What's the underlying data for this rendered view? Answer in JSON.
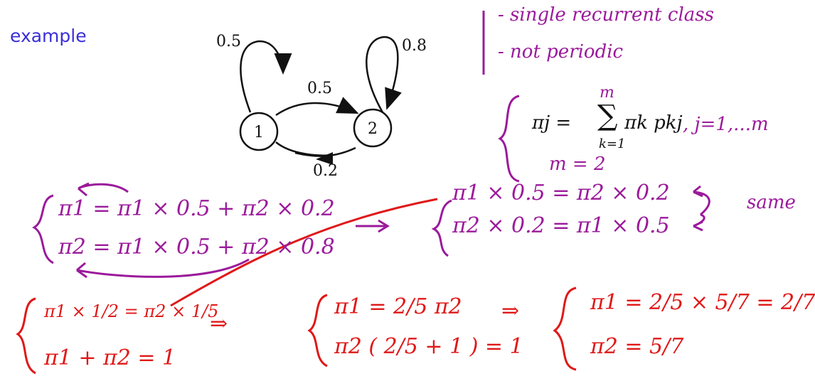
{
  "slide": {
    "title": "example"
  },
  "graph": {
    "nodes": [
      {
        "id": "1",
        "label": "1"
      },
      {
        "id": "2",
        "label": "2"
      }
    ],
    "edges": [
      {
        "from": "1",
        "to": "1",
        "label": "0.5"
      },
      {
        "from": "2",
        "to": "2",
        "label": "0.8"
      },
      {
        "from": "1",
        "to": "2",
        "label": "0.5"
      },
      {
        "from": "2",
        "to": "1",
        "label": "0.2"
      }
    ]
  },
  "notes": {
    "properties": [
      "- single recurrent class",
      "- not periodic"
    ],
    "formula": {
      "lhs": "πj =",
      "sum_top": "m",
      "sum_sym": "∑",
      "sum_bottom": "k=1",
      "term": "πk pkj",
      "index_range": ", j=1,...m",
      "m_value": "m = 2"
    },
    "balance_system": [
      "π1 = π1 × 0.5 + π2 × 0.2",
      "π2 = π1 × 0.5 + π2 × 0.8"
    ],
    "rearranged": [
      "π1 × 0.5 = π2 × 0.2",
      "π2 × 0.2 = π1 × 0.5"
    ],
    "same_label": "same",
    "normalized_system": [
      "π1 × 1/2 = π2 × 1/5",
      "π1 + π2 = 1"
    ],
    "substituted": [
      "π1 = 2/5 π2",
      "π2 ( 2/5 + 1 ) = 1"
    ],
    "solution": [
      "π1 = 2/5 × 5/7 = 2/7",
      "π2 = 5/7"
    ],
    "arrow": "⇒"
  },
  "colors": {
    "title": "#3a2fd8",
    "purple_ink": "#9b1a9b",
    "red_ink": "#e01818"
  }
}
